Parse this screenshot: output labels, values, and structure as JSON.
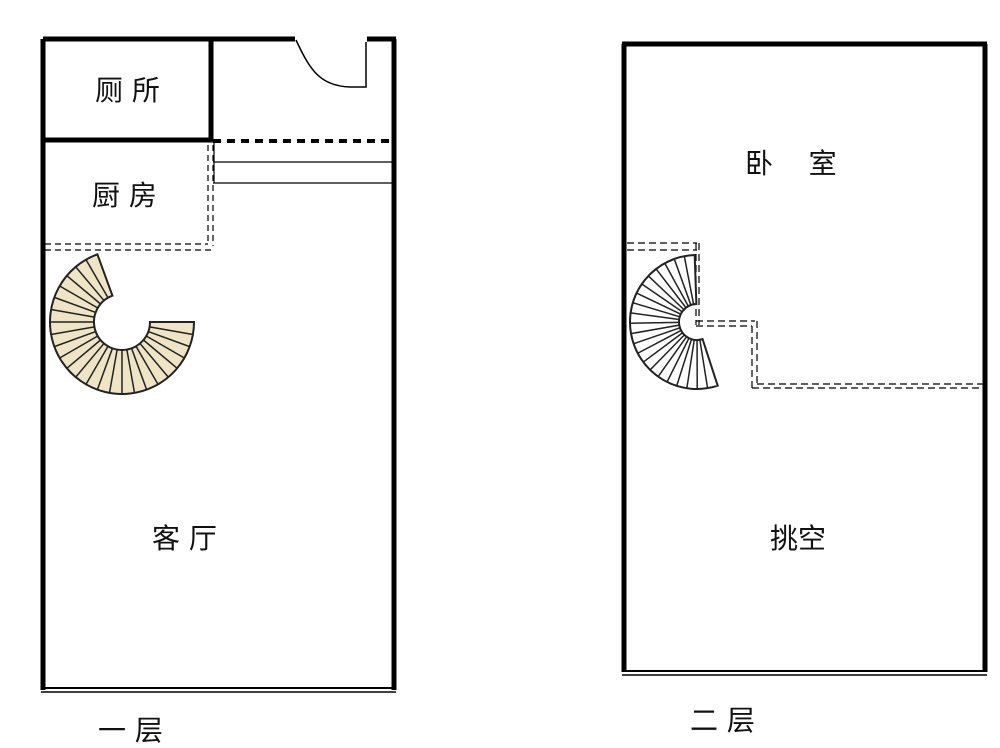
{
  "floor1": {
    "title": "一 层",
    "rooms": {
      "toilet": "厕 所",
      "kitchen": "厨 房",
      "living_room": "客 厅"
    }
  },
  "floor2": {
    "title": "二 层",
    "rooms": {
      "bedroom": "卧    室",
      "void": "挑空"
    }
  },
  "colors": {
    "wall": "#000000",
    "stair_fill_floor1": "#efe5c6",
    "stair_fill_floor2": "#ffffff"
  }
}
